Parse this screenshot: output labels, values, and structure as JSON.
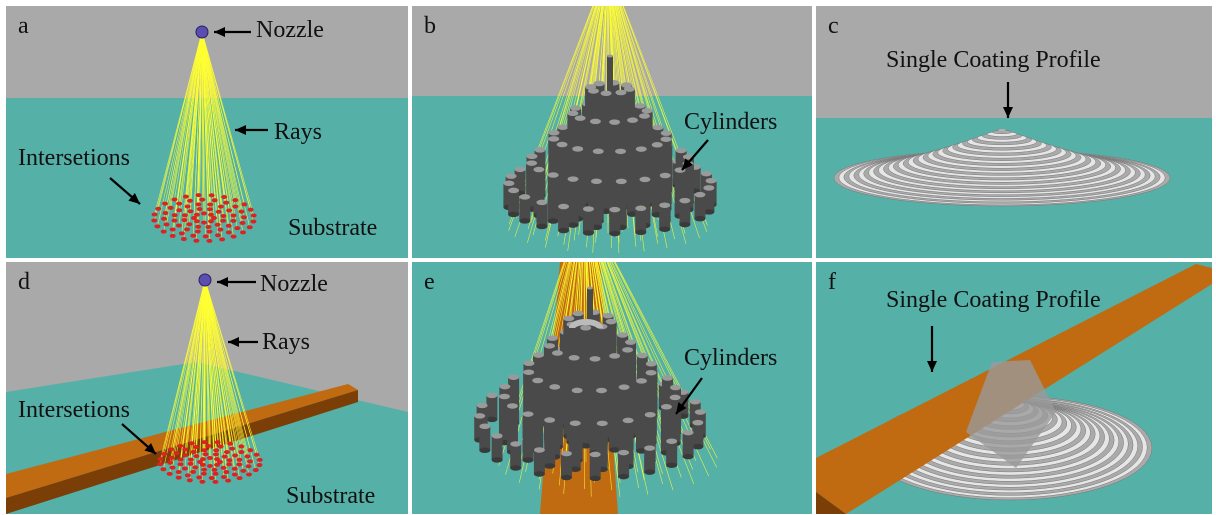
{
  "panels": [
    {
      "letter": "a",
      "labels": {
        "nozzle": "Nozzle",
        "rays": "Rays",
        "intersections": "Intersetions",
        "substrate": "Substrate"
      }
    },
    {
      "letter": "b",
      "labels": {
        "cylinders": "Cylinders"
      }
    },
    {
      "letter": "c",
      "labels": {
        "profile": "Single Coating Profile"
      }
    },
    {
      "letter": "d",
      "labels": {
        "nozzle": "Nozzle",
        "rays": "Rays",
        "intersections": "Intersetions",
        "substrate": "Substrate"
      }
    },
    {
      "letter": "e",
      "labels": {
        "cylinders": "Cylinders"
      }
    },
    {
      "letter": "f",
      "labels": {
        "profile": "Single Coating Profile"
      }
    }
  ],
  "colors": {
    "background_sky": "#a9a9a9",
    "substrate": "#55b0a8",
    "rays": "#ffff33",
    "nozzle": "#5a4fb0",
    "intersections": "#dd2222",
    "cylinders": "#4a4a4a",
    "strip": "#c06a12",
    "coating": "#bfbfbf"
  }
}
